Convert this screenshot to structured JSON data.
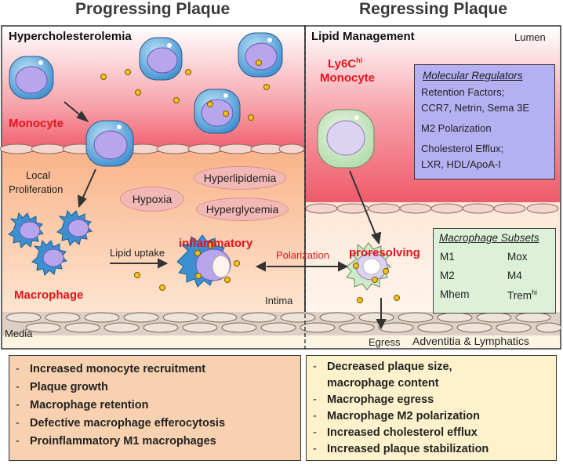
{
  "headers": {
    "left": "Progressing Plaque",
    "right": "Regressing Plaque"
  },
  "left_panel": {
    "title": "Hypercholesterolemia",
    "monocyte": "Monocyte",
    "local_proliferation": [
      "Local",
      "Proliferation"
    ],
    "hyperlipidemia": "Hyperlipidemia",
    "hypoxia": "Hypoxia",
    "hyperglycemia": "Hyperglycemia",
    "lipid_uptake": "Lipid uptake",
    "macrophage": "Macrophage",
    "inflammatory": "inflammatory",
    "intima": "Intima",
    "media": "Media"
  },
  "center": {
    "polarization": "Polarization"
  },
  "right_panel": {
    "title": "Lipid Management",
    "lumen": "Lumen",
    "ly6c_main": "Ly6C",
    "ly6c_sup": "hi",
    "ly6c_monocyte": "Monocyte",
    "proresolving": "proresolving",
    "egress": "Egress",
    "adventitia": "Adventitia & Lymphatics"
  },
  "molecular_regulators": {
    "title": "Molecular Regulators",
    "lines": [
      "Retention Factors;",
      "CCR7, Netrin, Sema 3E",
      "M2 Polarization",
      "Cholesterol Efflux;",
      "LXR, HDL/ApoA-I"
    ]
  },
  "macrophage_subsets": {
    "title": "Macrophage Subsets",
    "items": [
      "M1",
      "Mox",
      "M2",
      "M4",
      "Mhem",
      "Trem"
    ],
    "trem_sup": "hi"
  },
  "bottom_left": [
    "Increased monocyte recruitment",
    "Plaque growth",
    "Macrophage retention",
    "Defective macrophage efferocytosis",
    "Proinflammatory M1 macrophages"
  ],
  "bottom_right": [
    "Decreased plaque size,",
    "macrophage content",
    "Macrophage egress",
    "Macrophage M2 polarization",
    "Increased cholesterol efflux",
    "Increased plaque stabilization"
  ],
  "bullet_dash": "-",
  "colors": {
    "label_red": "#e4141c",
    "regulators_box": "#b4b0f2",
    "subsets_box": "#dcf1d8",
    "outcome_left": "#f8d1b0",
    "outcome_right": "#fdf2cc"
  }
}
